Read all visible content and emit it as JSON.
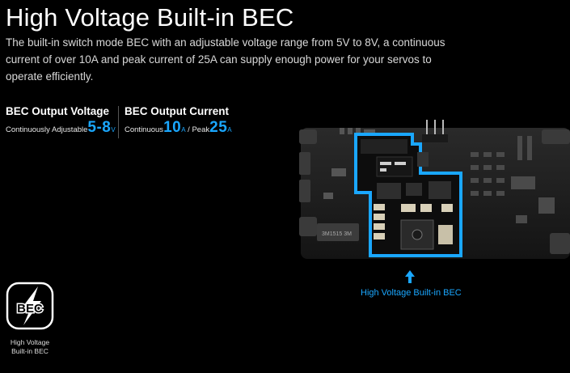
{
  "title": "High Voltage Built-in BEC",
  "description": "The built-in switch mode BEC with an adjustable voltage range from 5V to 8V, a continuous current of over 10A and peak current of 25A can supply enough power for your servos to operate efficiently.",
  "specs": {
    "voltage": {
      "label": "BEC Output Voltage",
      "prefix": "Continuously Adjustable",
      "value": "5-8",
      "unit": "V"
    },
    "current": {
      "label": "BEC Output Current",
      "continuous_prefix": "Continuous",
      "continuous_value": "10",
      "continuous_unit": "A",
      "peak_prefix": " / Peak",
      "peak_value": "25",
      "peak_unit": "A"
    }
  },
  "board": {
    "caption": "High Voltage Built-in BEC",
    "chip_label": "3M1515 3M"
  },
  "badge": {
    "icon_text": "BEC",
    "line1": "High Voltage",
    "line2": "Built-in BEC"
  },
  "colors": {
    "accent": "#1aa7ff",
    "background": "#000000"
  }
}
